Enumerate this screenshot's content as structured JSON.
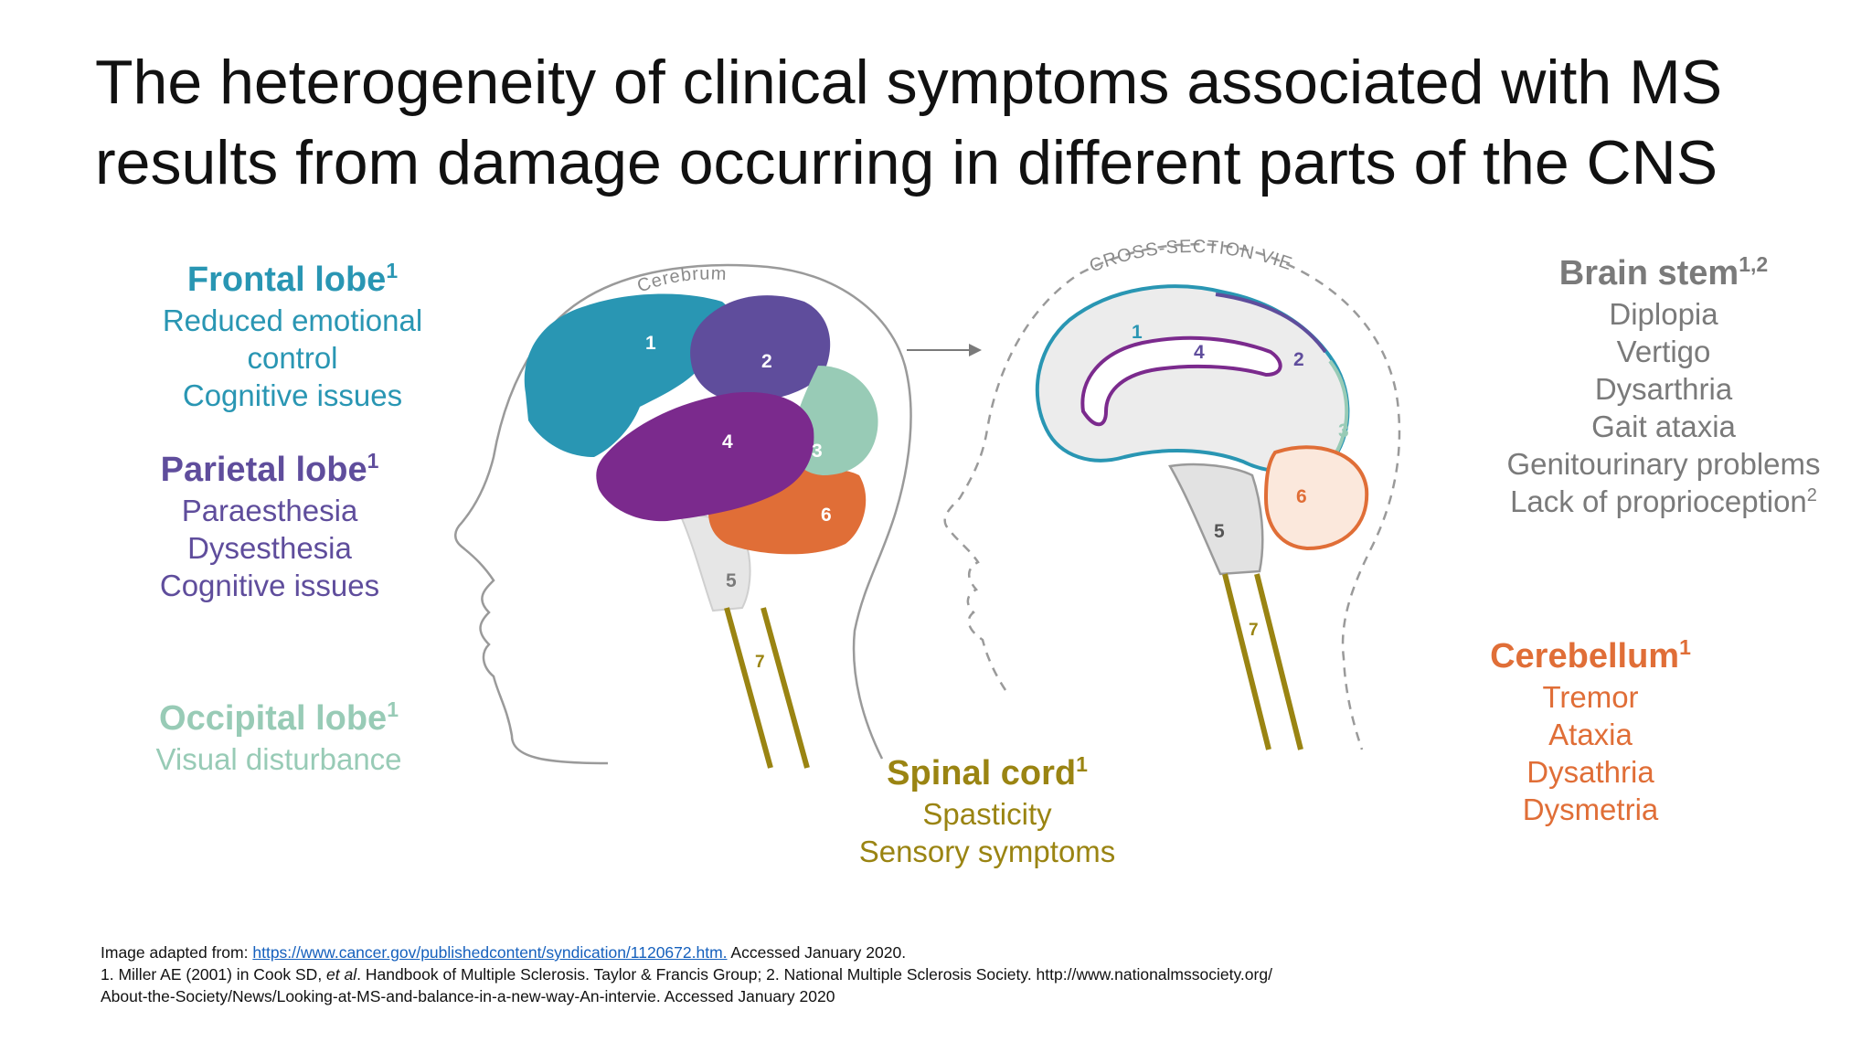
{
  "title": "The heterogeneity of clinical symptoms associated with MS results from damage occurring in different parts of the CNS",
  "colors": {
    "frontal": "#2996b3",
    "parietal": "#5f4d9c",
    "occipital": "#98cbb6",
    "brain_stem": "#7a7a7a",
    "cerebellum": "#e06e37",
    "spinal_cord": "#9a8412"
  },
  "diagram": {
    "cerebrum_label": "Cerebrum",
    "cross_section_label": "CROSS-SECTION VIEW",
    "left_numbers": [
      "1",
      "2",
      "4",
      "3",
      "6",
      "5",
      "7"
    ],
    "right_numbers": [
      "1",
      "4",
      "2",
      "3",
      "6",
      "5",
      "7"
    ]
  },
  "regions": {
    "frontal": {
      "name": "Frontal lobe",
      "sup": "1",
      "items": [
        "Reduced emotional",
        "control",
        "Cognitive issues"
      ]
    },
    "parietal": {
      "name": "Parietal lobe",
      "sup": "1",
      "items": [
        "Paraesthesia",
        "Dysesthesia",
        "Cognitive issues"
      ]
    },
    "occipital": {
      "name": "Occipital lobe",
      "sup": "1",
      "items": [
        "Visual disturbance"
      ]
    },
    "brain_stem": {
      "name": "Brain stem",
      "sup": "1,2",
      "items": [
        "Diplopia",
        "Vertigo",
        "Dysarthria",
        "Gait ataxia",
        "Genitourinary problems",
        "Lack of proprioception"
      ],
      "last_item_sup": "2"
    },
    "cerebellum": {
      "name": "Cerebellum",
      "sup": "1",
      "items": [
        "Tremor",
        "Ataxia",
        "Dysathria",
        "Dysmetria"
      ]
    },
    "spinal_cord": {
      "name": "Spinal cord",
      "sup": "1",
      "items": [
        "Spasticity",
        "Sensory symptoms"
      ]
    }
  },
  "footnote": {
    "source_prefix": "Image adapted from: ",
    "source_link": "https://www.cancer.gov/publishedcontent/syndication/1120672.htm.",
    "source_suffix": " Accessed January 2020.",
    "ref1_a": "1. Miller AE (2001) in Cook SD, ",
    "ref1_etal": "et al",
    "ref1_b": ". Handbook of Multiple Sclerosis. Taylor & Francis Group; 2. National Multiple Sclerosis Society. http://www.nationalmssociety.org/",
    "ref2": "About-the-Society/News/Looking-at-MS-and-balance-in-a-new-way-An-intervie. Accessed January 2020"
  }
}
